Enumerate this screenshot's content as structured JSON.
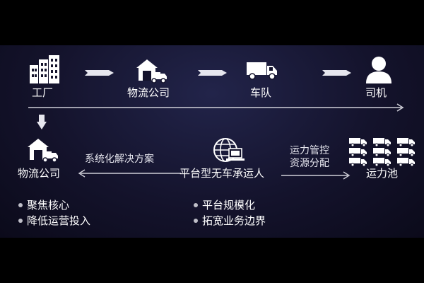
{
  "top_flow": {
    "factory": "工厂",
    "logistics": "物流公司",
    "fleet": "车队",
    "driver": "司机"
  },
  "bottom_flow": {
    "logistics": "物流公司",
    "platform": "平台型无车承运人",
    "capacity_pool": "运力池",
    "left_arrow_label": "系统化解决方案",
    "right_arrow_label_1": "运力管控",
    "right_arrow_label_2": "资源分配"
  },
  "left_bullets": [
    "聚焦核心",
    "降低运营投入"
  ],
  "right_bullets": [
    "平台规模化",
    "拓宽业务边界"
  ],
  "colors": {
    "background": "#000000",
    "panel": "#14132c",
    "text": "#ffffff",
    "line": "#cfcfd8"
  }
}
